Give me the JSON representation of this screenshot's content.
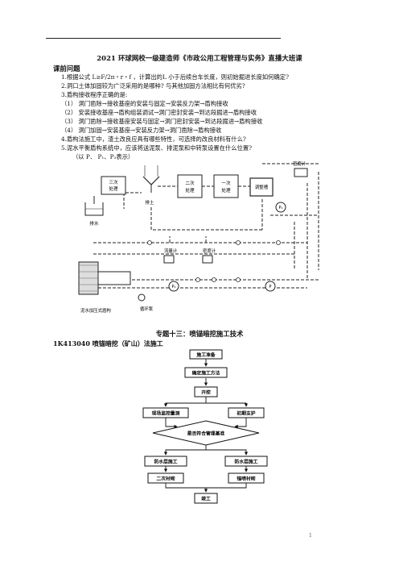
{
  "doc": {
    "title": "2021 环球网校一级建造师《市政公用工程管理与实务》直播大班课",
    "heading": "课前问题",
    "questions": [
      "1.根据公式 L≥F/2π・r・f ，计算出的L 小于后续台车长度，则初始掘进长度如何确定?",
      "2.洞口土体加固较为广泛采用的是哪种? 与其他加固方法相比有何优劣?",
      "3.盾构接收程序正确的是:",
      "（1） 洞门凿除→接收基座的安装与固定→安装反力架→盾构接收",
      "（2） 安装接收基座→盾构组装调试→洞门密封安装→到达段掘进→盾构接收",
      "（3） 洞门凿除→接收基座安装与固定→洞门密封安装→到达段掘进→盾构接收",
      "（4） 洞门加固→安装基座→安装反力架→洞门凿除→盾构接收",
      "4.盾构法施工中，渣土改良应具有哪些特性，可选择的改良材料有什么?",
      "5.泥水平衡盾构系统中，应该将送泥泵、排泥泵和中转泵设置在什么位置?",
      "（以 P、 P₁、P₂表示）"
    ],
    "topic_title": "专题十三：喷锚暗挖施工技术",
    "section_heading": "1K413040 喷锚暗挖（矿山）法施工",
    "page_number": "1"
  },
  "schematic": {
    "labels": {
      "tertiary": [
        "三次",
        "处理"
      ],
      "secondary": [
        "二次",
        "处理"
      ],
      "primary": [
        "一次",
        "处理"
      ],
      "tank": "调整槽",
      "density_top": "密度计",
      "soil_out": "排土",
      "drain": "排水",
      "flowmeter": "流量计",
      "density_mid": "密度计",
      "shield": "泥水加压式盾构",
      "pump": "循环泵",
      "p": "P",
      "p1": "P₁",
      "p2": "P₂"
    }
  },
  "flowchart": {
    "steps": {
      "prep": "施工准备",
      "plan": "确定施工方法",
      "excavate": "开挖",
      "monitor": "现场监控量测",
      "support": "初期支护",
      "decision": "是否符合管理基准",
      "waterproof": "防水层施工",
      "waterproof2": "防水层施工",
      "lining": "二次衬砌",
      "anchor": "锚喷衬砌",
      "complete": "竣工"
    }
  }
}
